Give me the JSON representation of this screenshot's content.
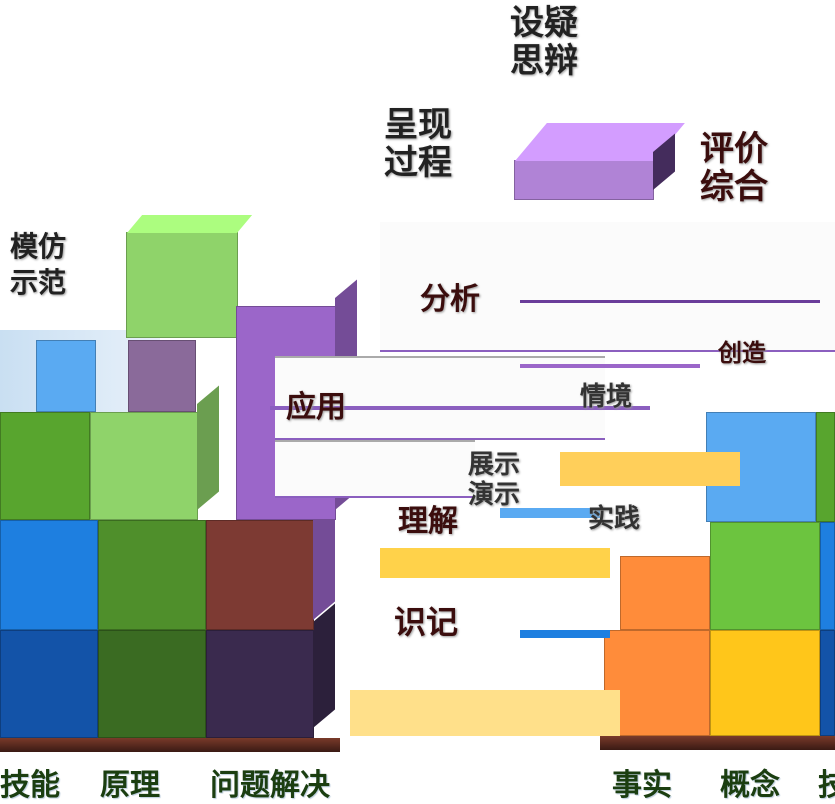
{
  "pyramid_levels": {
    "eval": [
      "评价",
      "综合"
    ],
    "create": "创造",
    "analyze": "分析",
    "apply": "应用",
    "understand": "理解",
    "remember": "识记"
  },
  "left_methods": {
    "imitate": [
      "模仿",
      "示范"
    ],
    "process": [
      "呈现",
      "过程"
    ],
    "doubt": [
      "设疑",
      "思辩"
    ]
  },
  "right_methods": {
    "situation": "情境",
    "display": [
      "展示",
      "演示"
    ],
    "experience": "实践"
  },
  "left_axis": [
    "技能",
    "原理",
    "问题解决"
  ],
  "right_axis": [
    "事实",
    "概念",
    "技"
  ],
  "colors": {
    "blue_dark": "#1353a8",
    "blue": "#1e7fe0",
    "green_dark": "#3a6b22",
    "green": "#58a52e",
    "green_light": "#8fd36a",
    "purple": "#9b66c9",
    "purple_dark": "#3a2a4e",
    "brown": "#7d3a33",
    "orange": "#ff8c3a",
    "yellow": "#ffc61a",
    "sky": "#5aaaf2"
  }
}
